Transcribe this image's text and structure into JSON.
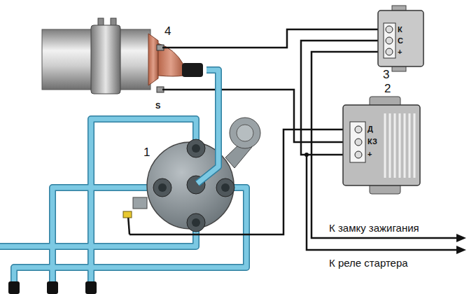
{
  "diagram": {
    "nodes": [
      {
        "text": [
          "4",
          "S"
        ]
      },
      {
        "text": [
          "3",
          "К",
          "С",
          "+"
        ]
      },
      {
        "text": [
          "2",
          "Д",
          "КЗ",
          "+"
        ]
      },
      {
        "text": [
          "1"
        ]
      }
    ],
    "edges": [
      {
        "from": 0,
        "to": 1,
        "arrow": "none"
      },
      {
        "from": 0,
        "to": 2,
        "arrow": "none"
      },
      {
        "from": 1,
        "to": 2,
        "arrow": "none"
      },
      {
        "from": 3,
        "to": 2,
        "arrow": "none"
      },
      {
        "from": 0,
        "to": 3,
        "arrow": "none"
      }
    ],
    "labels": [
      "К замку зажигания",
      "К реле стартера"
    ]
  }
}
